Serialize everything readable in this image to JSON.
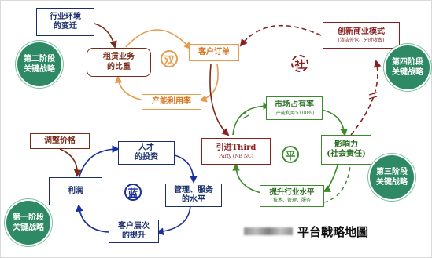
{
  "boxes": {
    "industry_env": "行业环境\n的变迁",
    "leasing_share": "租赁业务\n的比重",
    "customer_orders": "客户订单",
    "capacity_util": "产能利用率",
    "new_business_model": "创新商业模式",
    "new_business_model_sub": "(清洁外包、分时收费)",
    "market_share": "市场占有率",
    "market_share_sub": "(产能利用>100%)",
    "influence": "影响力\n(社会责任)",
    "introduce_third": "引进Third",
    "introduce_third_sub": "Party (NB NC)",
    "raise_industry": "提升行业水平",
    "raise_industry_sub": "技术、管理、服务",
    "adjust_price": "调整价格",
    "talent_invest": "人才\n的投资",
    "management_service": "管理、服务\n的水平",
    "profit": "利润",
    "customer_level": "客户层次\n的提升"
  },
  "badges": {
    "phase2": "第二阶段\n关键战略",
    "phase4": "第四阶段\n关键战略",
    "phase3": "第三阶段\n关键战略",
    "phase1": "第一阶段\n关键战略"
  },
  "rings": {
    "shuang": "双",
    "she": "社",
    "ping": "平",
    "lan": "蓝"
  },
  "caption": "平台戰略地圖",
  "colors": {
    "navy": "#1a2e6c",
    "brown": "#7a2a16",
    "orange": "#e79b4f",
    "green": "#3b8b2c",
    "darkred": "#8a1f1f",
    "badge": "#2e8a64",
    "blue_loop": "#1a2e9c"
  }
}
